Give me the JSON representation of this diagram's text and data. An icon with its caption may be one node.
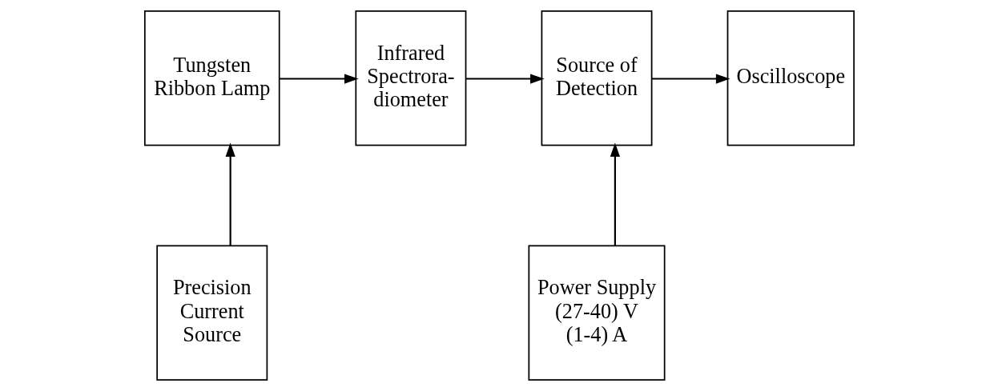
{
  "diagram": {
    "nodes": [
      {
        "text": [
          "Tungsten Ribbon Lamp"
        ]
      },
      {
        "text": [
          "Infrared Spectrora- diometer"
        ]
      },
      {
        "text": [
          "Source of Detection"
        ]
      },
      {
        "text": [
          "Oscilloscope"
        ]
      },
      {
        "text": [
          "Precision Current Source"
        ]
      },
      {
        "text": [
          "Power Supply (27-40) V (1-4) A"
        ]
      }
    ],
    "edges": [
      {
        "from": 0,
        "to": 1,
        "arrow": "to"
      },
      {
        "from": 1,
        "to": 2,
        "arrow": "to"
      },
      {
        "from": 2,
        "to": 3,
        "arrow": "to"
      },
      {
        "from": 4,
        "to": 0,
        "arrow": "to"
      },
      {
        "from": 5,
        "to": 2,
        "arrow": "to"
      }
    ]
  }
}
